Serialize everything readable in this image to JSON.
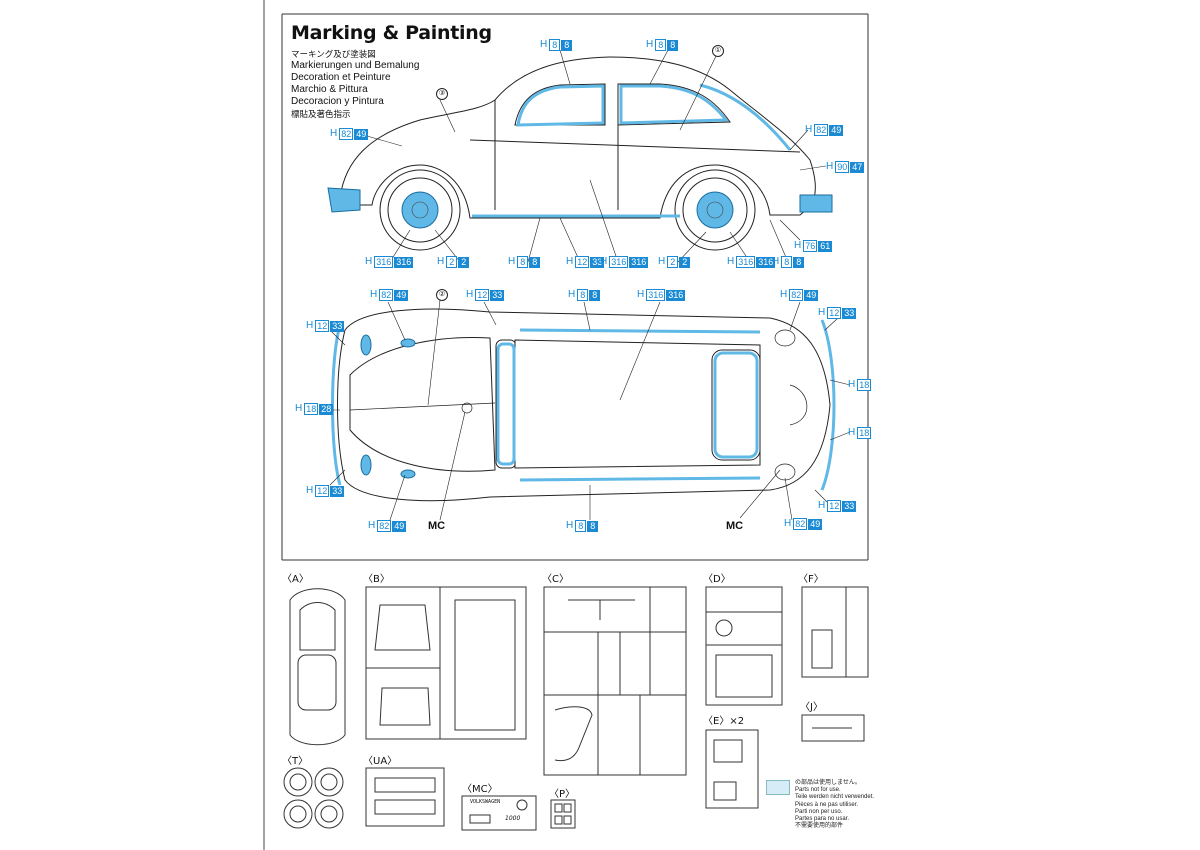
{
  "title": {
    "main": "Marking & Painting",
    "jp": "マーキング及び塗装図",
    "de": "Markierungen und Bemalung",
    "fr": "Decoration et Peinture",
    "it": "Marchio & Pittura",
    "es": "Decoracion y Pintura",
    "cn": "標貼及著色指示"
  },
  "side_callouts": [
    {
      "h": "8",
      "n": "8"
    },
    {
      "h": "8",
      "n": "8"
    },
    {
      "h": "82",
      "n": "49"
    },
    {
      "h": "82",
      "n": "49"
    },
    {
      "h": "90",
      "n": "47"
    },
    {
      "h": "76",
      "n": "61"
    },
    {
      "h": "316",
      "n": "316"
    },
    {
      "h": "2",
      "n": "2"
    },
    {
      "h": "8",
      "n": "8"
    },
    {
      "h": "12",
      "n": "33"
    },
    {
      "h": "316",
      "n": "316"
    },
    {
      "h": "2",
      "n": "2"
    },
    {
      "h": "316",
      "n": "316"
    },
    {
      "h": "8",
      "n": "8"
    }
  ],
  "top_callouts": [
    {
      "h": "82",
      "n": "49"
    },
    {
      "h": "12",
      "n": "33"
    },
    {
      "h": "8",
      "n": "8"
    },
    {
      "h": "316",
      "n": "316"
    },
    {
      "h": "82",
      "n": "49"
    },
    {
      "h": "12",
      "n": "33"
    },
    {
      "h": "12",
      "n": "33"
    },
    {
      "h": "18",
      "n": "28"
    },
    {
      "h": "18",
      "n": ""
    },
    {
      "h": "18",
      "n": ""
    },
    {
      "h": "12",
      "n": "33"
    },
    {
      "h": "12",
      "n": "33"
    },
    {
      "h": "82",
      "n": "49"
    },
    {
      "h": "8",
      "n": "8"
    },
    {
      "h": "82",
      "n": "49"
    }
  ],
  "circle_numbers": [
    "①",
    "②",
    "③"
  ],
  "mc_labels": [
    "MC",
    "MC"
  ],
  "parts": {
    "A": "〈A〉",
    "B": "〈B〉",
    "C": "〈C〉",
    "D": "〈D〉",
    "F": "〈F〉",
    "E": "〈E〉×2",
    "J": "〈J〉",
    "T": "〈T〉",
    "UA": "〈UA〉",
    "MC": "〈MC〉",
    "P": "〈P〉"
  },
  "decal_text": {
    "brand": "VOLKSWAGEN",
    "model": "1000"
  },
  "legend": {
    "lines": [
      "の部品は使用しません。",
      "Parts not for use.",
      "Teile werden nicht verwendet.",
      "Pièces à ne pas utiliser.",
      "Parti non per uso.",
      "Partes para no usar.",
      "不需要使用的部件"
    ]
  },
  "colors": {
    "accent": "#1a8ad4",
    "accent_fill": "#5fb8e6",
    "legend_fill": "#d6ecf6"
  }
}
